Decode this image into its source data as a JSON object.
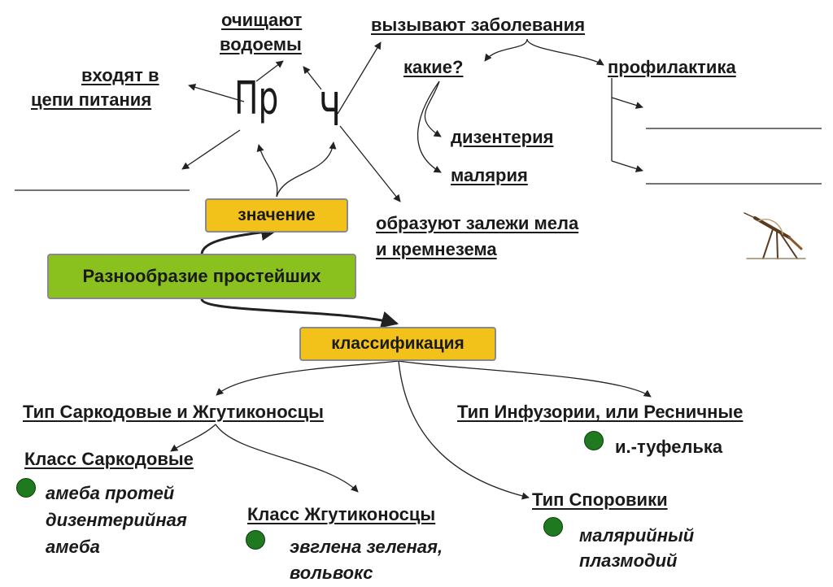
{
  "center": {
    "label": "Разнообразие простейших"
  },
  "meaning": {
    "label": "значение",
    "symbols": {
      "left": "Пр",
      "right": "Ч"
    },
    "items": {
      "clean_water": [
        "очищают",
        "водоемы"
      ],
      "food_chain": [
        "входят в",
        "цепи питания"
      ],
      "chalk": [
        "образуют залежи мела",
        "и кремнезема"
      ],
      "diseases": "вызывают заболевания"
    },
    "diseases": {
      "which": "какие?",
      "prevention": "профилактика",
      "list": [
        "дизентерия",
        "малярия"
      ]
    }
  },
  "classification": {
    "label": "классификация",
    "type_sarcodina": "Тип Саркодовые и Жгутиконосцы",
    "class_sarcodina": {
      "title": "Класс Саркодовые",
      "examples": [
        "амеба протей",
        "дизентерийная",
        "амеба"
      ]
    },
    "class_flagellates": {
      "title": "Класс Жгутиконосцы",
      "examples": [
        "эвглена зеленая,",
        "вольвокс"
      ]
    },
    "type_ciliates": {
      "title": "Тип Инфузории, или Ресничные",
      "examples": [
        "и.-туфелька"
      ]
    },
    "type_sporozoa": {
      "title": "Тип Споровики",
      "examples": [
        "малярийный",
        "плазмодий"
      ]
    }
  },
  "colors": {
    "yellow_box": "#f2c21a",
    "green_box": "#8ac11f",
    "dot": "#1f7a1f"
  }
}
